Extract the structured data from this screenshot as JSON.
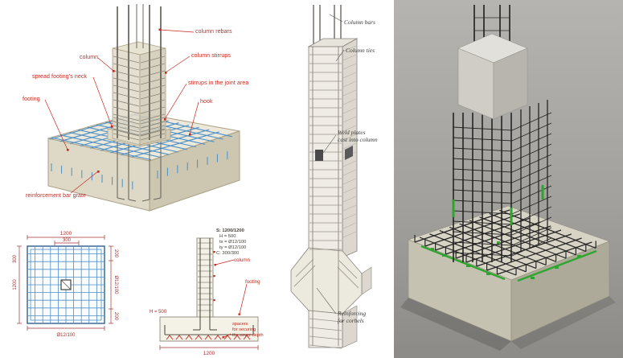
{
  "left_panel": {
    "iso_labels": {
      "column_rebars": "column rebars",
      "column": "column",
      "column_stirrups": "column stirrups",
      "footing_neck": "spread footing's neck",
      "joint_stirrups": "stirrups in the joint area",
      "footing": "footing",
      "hook": "hook",
      "bar_grate": "reinforcement bar grate"
    },
    "plan": {
      "dim_top_outer": "1200",
      "dim_top_inner": "300",
      "dim_right_top": "200",
      "dim_right_mid": "Ø12/100",
      "dim_right_bottom": "200",
      "dim_left_outer": "1200",
      "dim_left_inner": "300",
      "dim_bottom": "Ø12/100"
    },
    "section": {
      "spec_line1": "S: 1200/1200",
      "spec_line2": "H = 500",
      "spec_line3": "tx = Ø12/100",
      "spec_line4": "ty = Ø12/100",
      "spec_line5": "C: 300/300",
      "label_column": "column",
      "label_footing": "footing",
      "spacers_line1": "spacers",
      "spacers_line2": "for securing",
      "spacers_line3": "the cover depth",
      "dim_height": "H = 500",
      "dim_width": "1200"
    }
  },
  "middle_panel": {
    "label_column_bars": "Column bars",
    "label_column_ties": "Column ties",
    "label_weld_line1": "Weld plates",
    "label_weld_line2": "cast into column",
    "label_corbel_line1": "Reinforcing",
    "label_corbel_line2": "for corbels"
  },
  "colors": {
    "label_red": "#c6281e",
    "dim_red": "#a83232",
    "rebar_blue": "#4a8fc7",
    "plan_border_blue": "#2f5f8f",
    "concrete_fill": "#ece8da",
    "sketch_line": "#8a857c",
    "render_rebar": "#242424",
    "render_green": "#2fa52f"
  }
}
